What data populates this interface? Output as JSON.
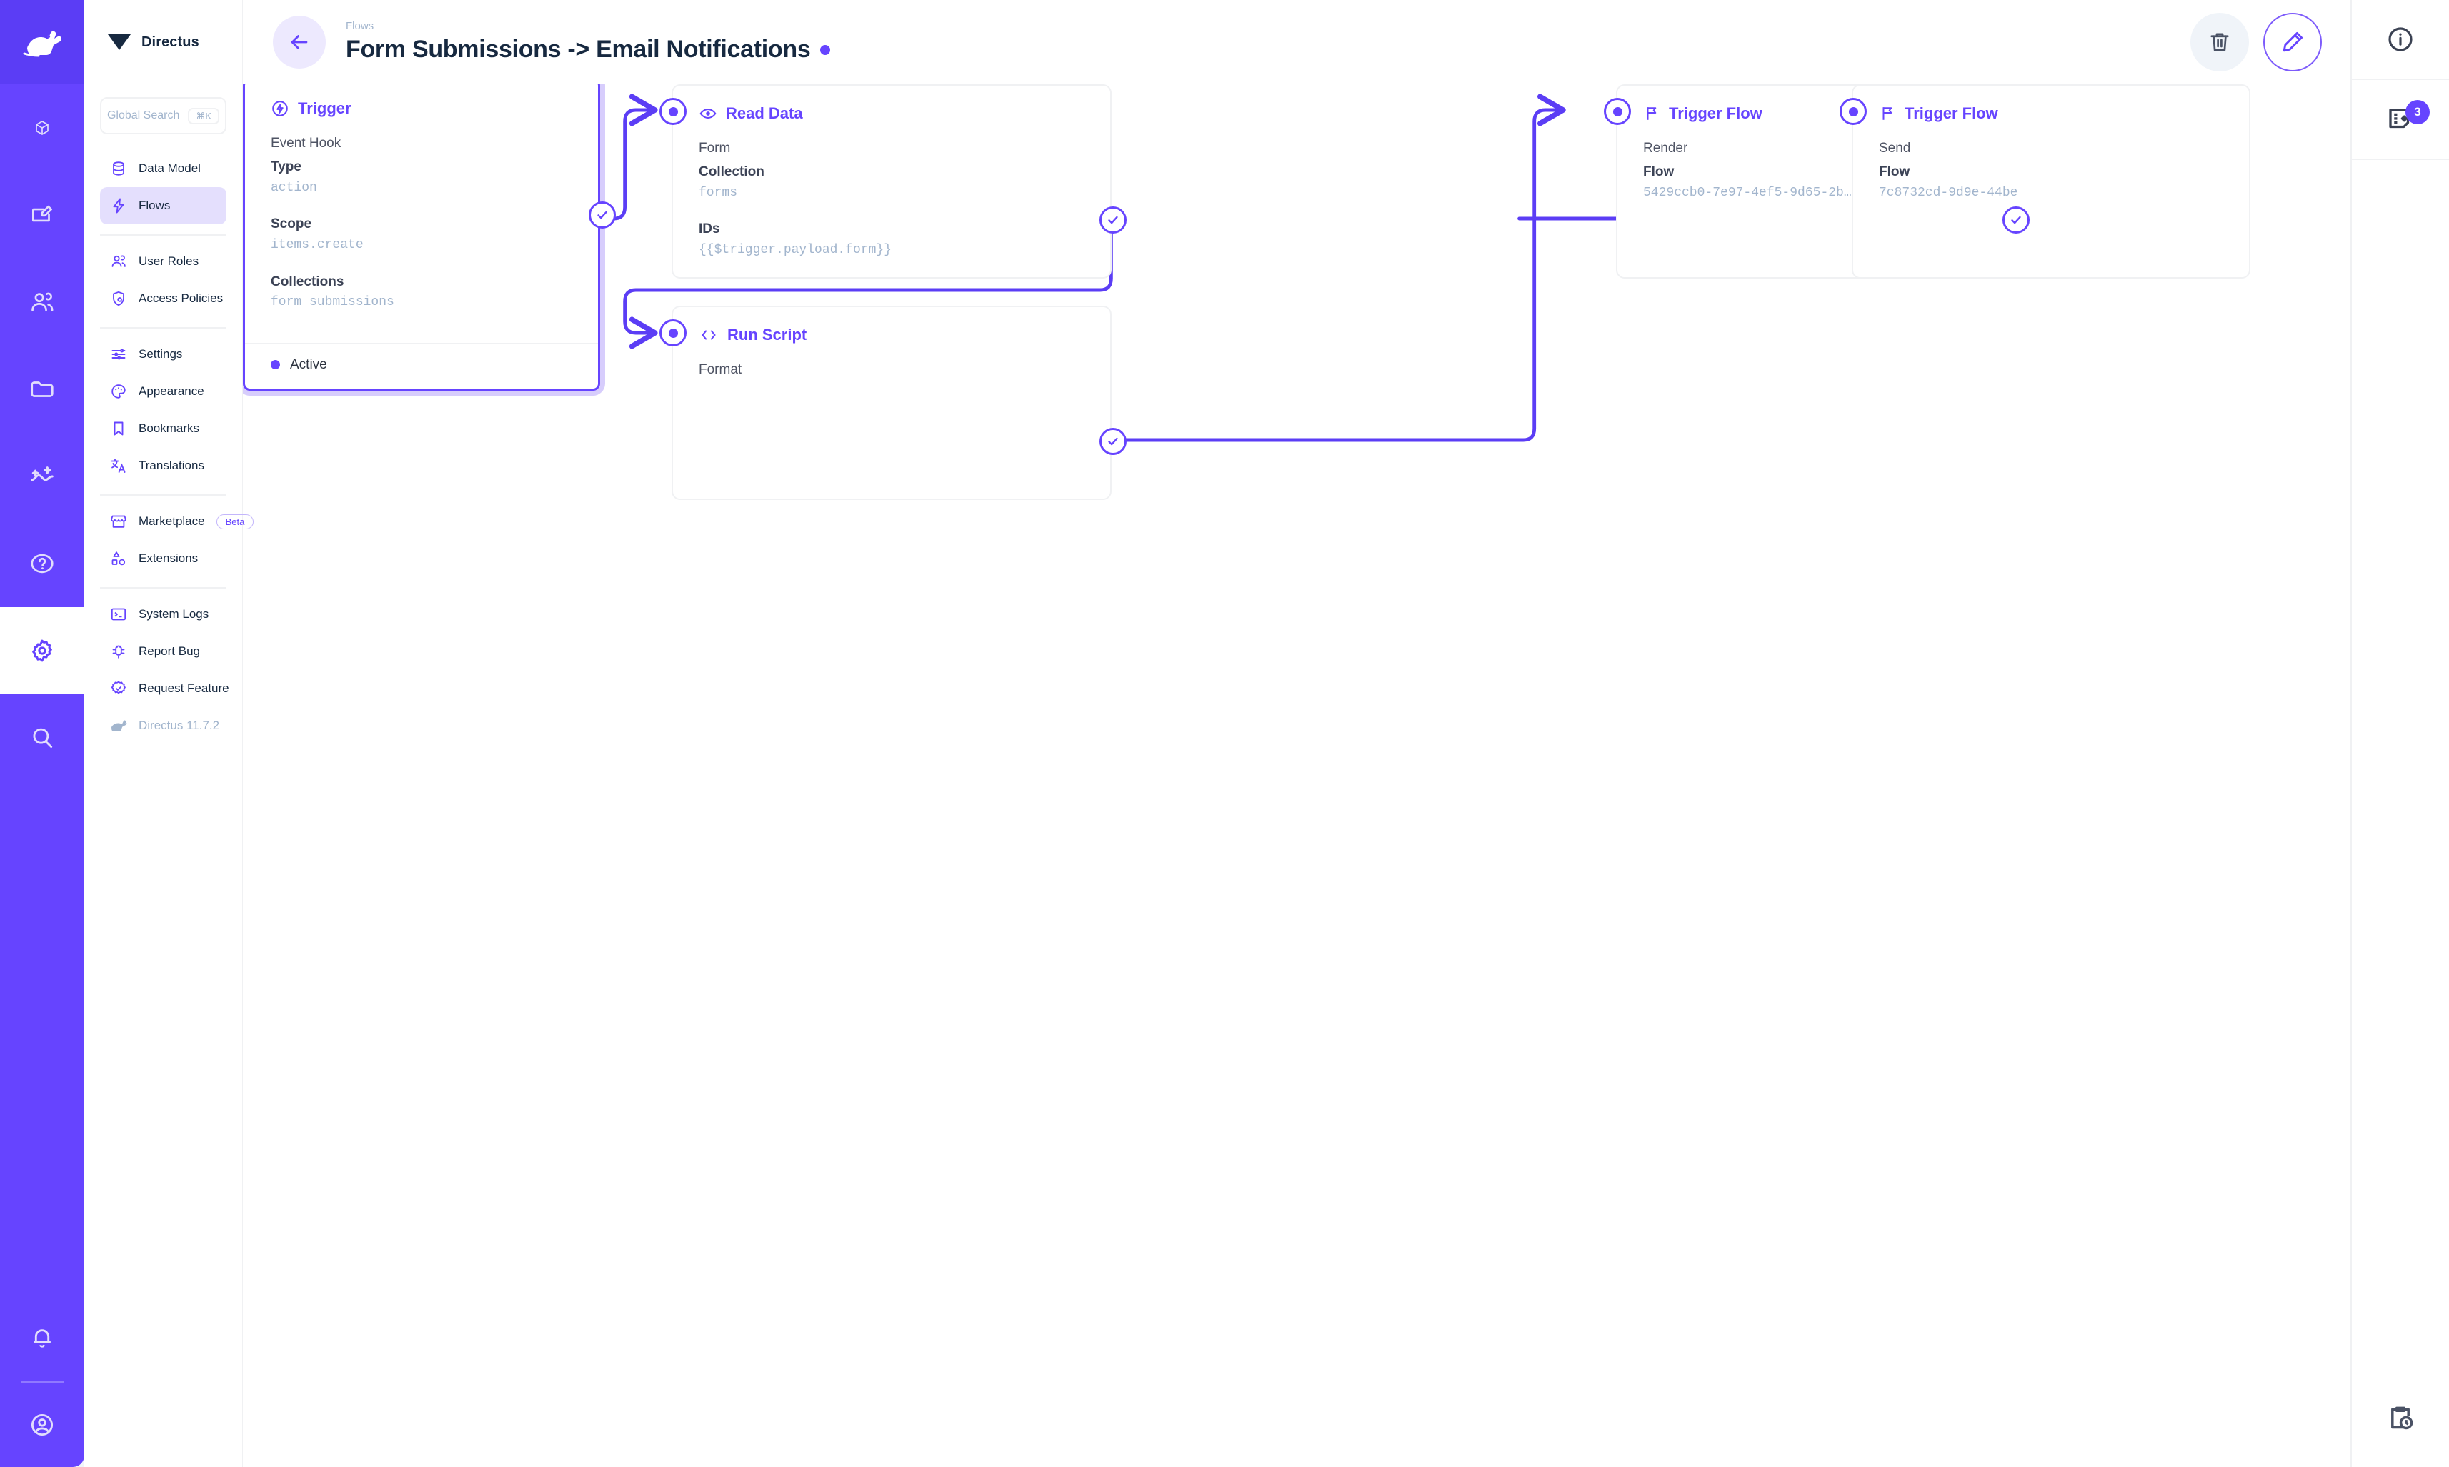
{
  "app": {
    "brand": "Directus",
    "version_label": "Directus 11.7.2"
  },
  "search": {
    "placeholder": "Global Search",
    "shortcut": "⌘K"
  },
  "rail": {
    "items": [
      {
        "icon": "directus-rabbit-logo",
        "name": "logo"
      },
      {
        "icon": "box-icon",
        "name": "content"
      },
      {
        "icon": "edit-square-icon",
        "name": "editor"
      },
      {
        "icon": "people-icon",
        "name": "users"
      },
      {
        "icon": "folder-icon",
        "name": "files"
      },
      {
        "icon": "insights-sparkle-icon",
        "name": "insights"
      },
      {
        "icon": "help-circle-icon",
        "name": "help"
      },
      {
        "icon": "gear-icon",
        "name": "settings"
      },
      {
        "icon": "search-icon",
        "name": "search"
      }
    ],
    "bottom": [
      {
        "icon": "bell-icon",
        "name": "notifications"
      },
      {
        "icon": "account-circle-icon",
        "name": "account"
      }
    ]
  },
  "sidebar": {
    "groups": [
      {
        "items": [
          {
            "label": "Data Model",
            "icon": "database-icon",
            "selected": false
          },
          {
            "label": "Flows",
            "icon": "lightning-bolt-icon",
            "selected": true
          }
        ]
      },
      {
        "items": [
          {
            "label": "User Roles",
            "icon": "people-icon",
            "selected": false
          },
          {
            "label": "Access Policies",
            "icon": "shield-user-icon",
            "selected": false
          }
        ]
      },
      {
        "items": [
          {
            "label": "Settings",
            "icon": "sliders-icon",
            "selected": false
          },
          {
            "label": "Appearance",
            "icon": "palette-icon",
            "selected": false
          },
          {
            "label": "Bookmarks",
            "icon": "bookmark-icon",
            "selected": false
          },
          {
            "label": "Translations",
            "icon": "translate-icon",
            "selected": false
          }
        ]
      },
      {
        "items": [
          {
            "label": "Marketplace",
            "icon": "storefront-icon",
            "badge": "Beta",
            "selected": false
          },
          {
            "label": "Extensions",
            "icon": "shapes-icon",
            "selected": false
          }
        ]
      },
      {
        "items": [
          {
            "label": "System Logs",
            "icon": "terminal-icon",
            "selected": false
          },
          {
            "label": "Report Bug",
            "icon": "bug-icon",
            "selected": false
          },
          {
            "label": "Request Feature",
            "icon": "badge-check-icon",
            "selected": false
          },
          {
            "label": "Directus 11.7.2",
            "icon": "directus-rabbit-icon",
            "selected": false,
            "muted": true
          }
        ]
      }
    ]
  },
  "header": {
    "breadcrumb": "Flows",
    "title": "Form Submissions -> Email Notifications",
    "back_label": "arrow-left-icon",
    "actions": [
      {
        "name": "delete-flow-button",
        "icon": "trash-icon"
      },
      {
        "name": "edit-flow-button",
        "icon": "pencil-icon"
      }
    ]
  },
  "rightbar": {
    "buttons": [
      {
        "name": "info-panel-button",
        "icon": "info-circle-icon"
      },
      {
        "name": "revisions-button",
        "icon": "revisions-icon",
        "badge": "3"
      }
    ],
    "bottom": {
      "name": "flow-logs-button",
      "icon": "clipboard-clock-icon"
    }
  },
  "flow": {
    "nodes": [
      {
        "id": "trigger",
        "type": "trigger",
        "header": "Trigger",
        "header_icon": "bolt-circle-icon",
        "operation": "Event Hook",
        "fields": [
          {
            "key": "Type",
            "value": "action"
          },
          {
            "key": "Scope",
            "value": "items.create"
          },
          {
            "key": "Collections",
            "value": "form_submissions"
          }
        ],
        "status": "Active"
      },
      {
        "id": "read-data",
        "type": "operation",
        "header": "Read Data",
        "header_icon": "eye-icon",
        "operation": "Form",
        "fields": [
          {
            "key": "Collection",
            "value": "forms"
          },
          {
            "key": "IDs",
            "value": "{{$trigger.payload.form}}"
          }
        ]
      },
      {
        "id": "run-script",
        "type": "operation",
        "header": "Run Script",
        "header_icon": "code-brackets-icon",
        "operation": "Format",
        "fields": []
      },
      {
        "id": "trigger-flow-render",
        "type": "operation",
        "header": "Trigger Flow",
        "header_icon": "flag-icon",
        "operation": "Render",
        "fields": [
          {
            "key": "Flow",
            "value": "5429ccb0-7e97-4ef5-9d65-2b…"
          }
        ]
      },
      {
        "id": "trigger-flow-send",
        "type": "operation",
        "header": "Trigger Flow",
        "header_icon": "flag-icon",
        "operation": "Send",
        "fields": [
          {
            "key": "Flow",
            "value": "7c8732cd-9d9e-44be"
          }
        ]
      }
    ]
  },
  "colors": {
    "brand": "#6644ff",
    "brand_soft": "#e4dffd",
    "rail": "#6644ff",
    "text": "#172940",
    "muted": "#a2b5cd",
    "border": "#f0f1f3",
    "canvas": "#ffffff"
  }
}
